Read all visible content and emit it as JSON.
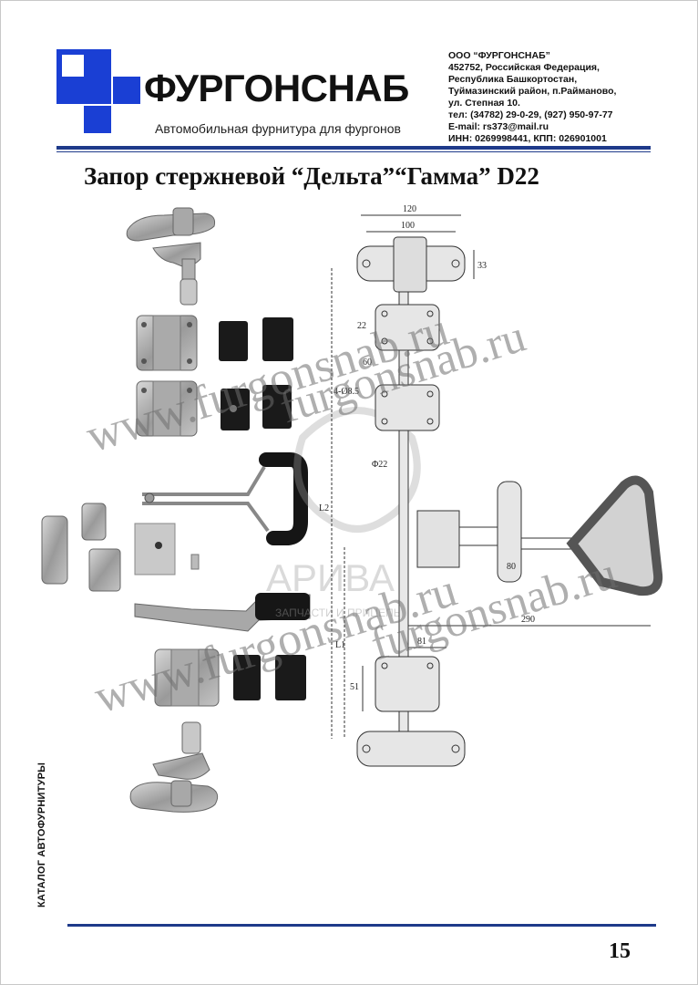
{
  "brand": {
    "name": "ФУРГОНСНАБ",
    "tagline": "Автомобильная фурнитура для фургонов",
    "logo_color": "#1a3fd4"
  },
  "contacts": {
    "company": "ООО “ФУРГОНСНАБ”",
    "address1": "452752, Российская Федерация,",
    "address2": "Республика Башкортостан,",
    "address3": "Туймазинский район,  п.Райманово,",
    "address4": "ул. Степная 10.",
    "phone": "тел: (34782) 29-0-29, (927) 950-97-77",
    "email": "E-mail: rs373@mail.ru",
    "inn": "ИНН: 0269998441, КПП: 026901001"
  },
  "title": "Запор стержневой “Дельта”“Гамма”  D22",
  "drawing": {
    "dims": {
      "d120": "120",
      "d100": "100",
      "d33": "33",
      "d22": "22",
      "d60": "60",
      "d4x": "4-Ø8.5",
      "phi22": "Φ22",
      "L2": "L2",
      "L1": "L1",
      "d290": "290",
      "d81": "81",
      "d51": "51",
      "d80": "80"
    }
  },
  "watermarks": {
    "w1": "www.furgonsnab.ru",
    "w2": "www.furgonsnab.ru",
    "w3": "furgonsnab.ru",
    "w4": "furgonsnab.ru"
  },
  "ariva": {
    "name": "АРИВА",
    "sub": "ЗАПЧАСТИ И ПРИЦЕПЫ"
  },
  "sidebar": "КАТАЛОГ АВТОФУРНИТУРЫ",
  "page_number": "15"
}
